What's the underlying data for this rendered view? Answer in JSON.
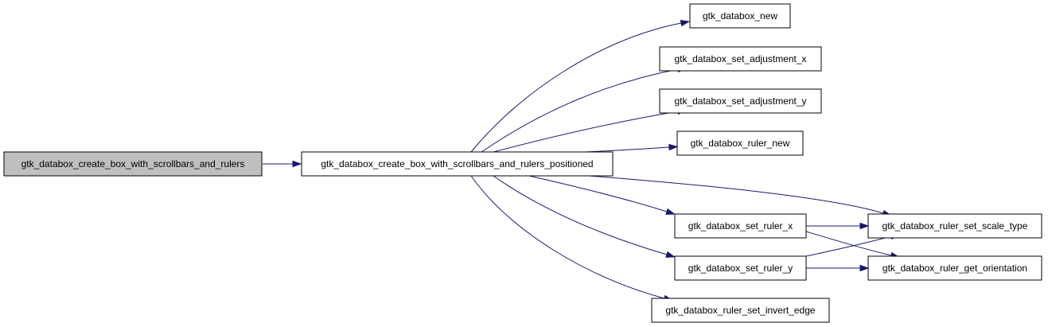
{
  "graph": {
    "title": "",
    "colors": {
      "root_fill": "#bfbfbf",
      "node_fill": "#ffffff",
      "edge": "#191970",
      "border": "#000000"
    },
    "nodes": {
      "root": "gtk_databox_create_box_with_scrollbars_and_rulers",
      "positioned": "gtk_databox_create_box_with_scrollbars_and_rulers_positioned",
      "new": "gtk_databox_new",
      "adj_x": "gtk_databox_set_adjustment_x",
      "adj_y": "gtk_databox_set_adjustment_y",
      "ruler_new": "gtk_databox_ruler_new",
      "set_ruler_x": "gtk_databox_set_ruler_x",
      "set_ruler_y": "gtk_databox_set_ruler_y",
      "invert_edge": "gtk_databox_ruler_set_invert_edge",
      "scale_type": "gtk_databox_ruler_set_scale_type",
      "orientation": "gtk_databox_ruler_get_orientation"
    },
    "edges": [
      [
        "root",
        "positioned"
      ],
      [
        "positioned",
        "new"
      ],
      [
        "positioned",
        "adj_x"
      ],
      [
        "positioned",
        "adj_y"
      ],
      [
        "positioned",
        "ruler_new"
      ],
      [
        "positioned",
        "scale_type"
      ],
      [
        "positioned",
        "set_ruler_x"
      ],
      [
        "positioned",
        "set_ruler_y"
      ],
      [
        "positioned",
        "invert_edge"
      ],
      [
        "set_ruler_x",
        "scale_type"
      ],
      [
        "set_ruler_x",
        "orientation"
      ],
      [
        "set_ruler_y",
        "scale_type"
      ],
      [
        "set_ruler_y",
        "orientation"
      ]
    ]
  }
}
